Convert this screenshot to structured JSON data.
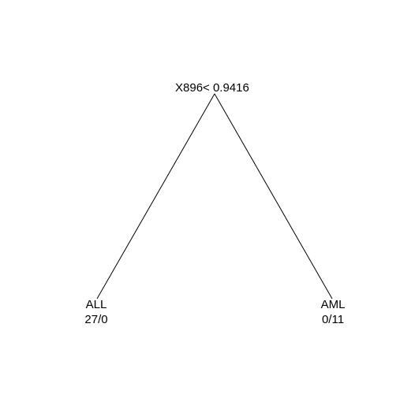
{
  "tree": {
    "split": {
      "label": "X896< 0.9416"
    },
    "leaves": [
      {
        "class_label": "ALL",
        "counts": "27/0"
      },
      {
        "class_label": "AML",
        "counts": "0/11"
      }
    ],
    "colors": {
      "line": "#000000",
      "background": "#ffffff",
      "text": "#000000"
    }
  }
}
